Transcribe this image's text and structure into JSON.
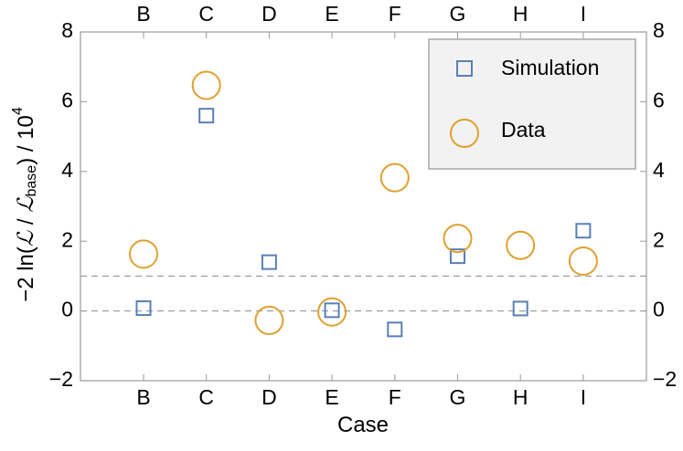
{
  "chart_data": {
    "type": "scatter",
    "categories": [
      "B",
      "C",
      "D",
      "E",
      "F",
      "G",
      "H",
      "I"
    ],
    "xlabel": "Case",
    "ylabel": {
      "prefix": "−2 ln(",
      "script_l": "ℒ",
      "mid": " / ",
      "subscript": "base",
      "suffix": ") / 10",
      "exponent": "4"
    },
    "ylim": [
      -2,
      8
    ],
    "yticks": [
      -2,
      0,
      2,
      4,
      6,
      8
    ],
    "ytick_labels": [
      "−2",
      "0",
      "2",
      "4",
      "6",
      "8"
    ],
    "reference_lines": [
      0,
      1
    ],
    "grid": false,
    "legend_position": "top-right",
    "series": [
      {
        "name": "Simulation",
        "marker": "square",
        "color": "#5b7fb5",
        "values": [
          0.08,
          5.6,
          1.4,
          0.02,
          -0.53,
          1.57,
          0.07,
          2.3
        ]
      },
      {
        "name": "Data",
        "marker": "circle",
        "color": "#e0a030",
        "values": [
          1.63,
          6.47,
          -0.27,
          -0.03,
          3.82,
          2.08,
          1.88,
          1.43
        ]
      }
    ]
  }
}
